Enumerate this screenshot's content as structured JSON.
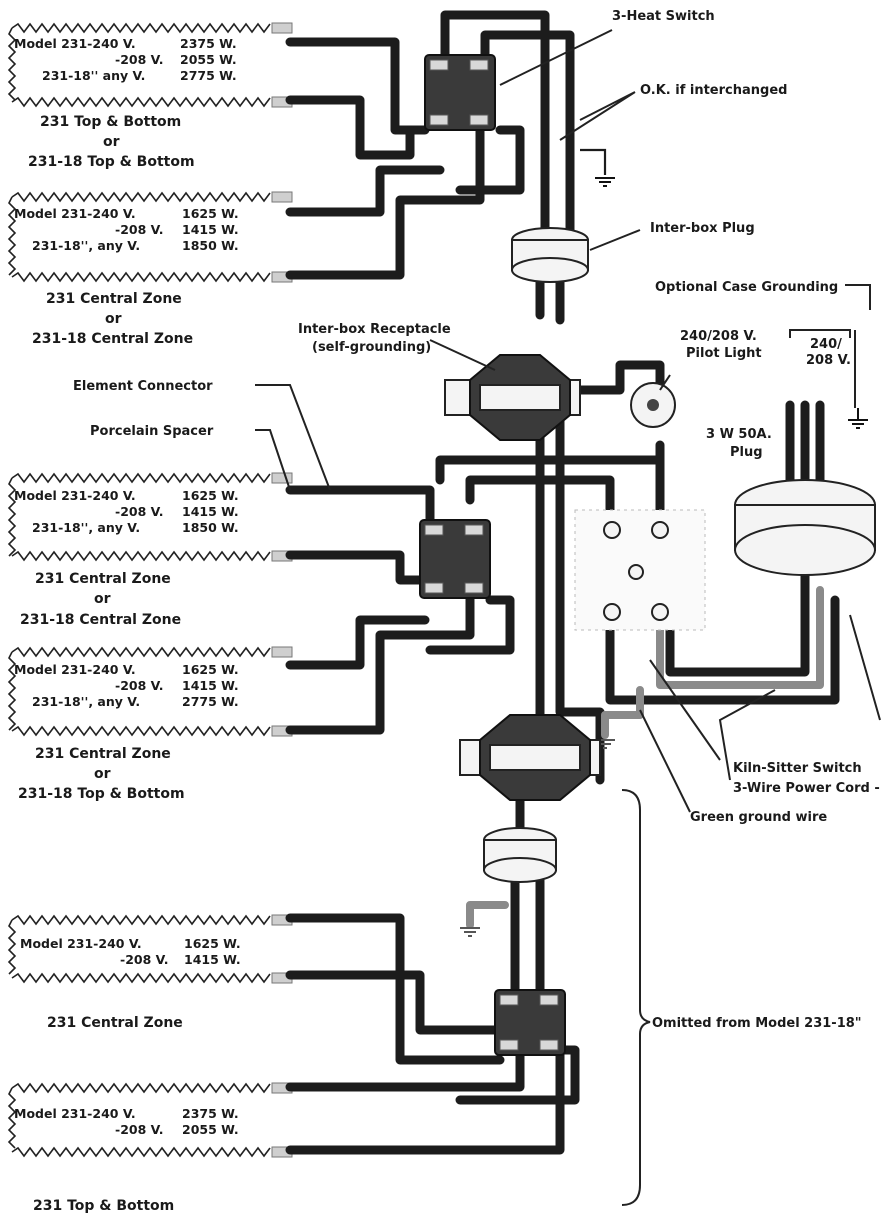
{
  "labels": {
    "heat_switch": "3-Heat Switch",
    "ok_interchanged": "O.K. if interchanged",
    "interbox_plug": "Inter-box Plug",
    "optional_grounding": "Optional Case Grounding",
    "interbox_receptacle_1": "Inter-box Receptacle",
    "interbox_receptacle_2": "(self-grounding)",
    "pilot_light_1": "240/208 V.",
    "pilot_light_2": "Pilot Light",
    "voltage_1": "240/",
    "voltage_2": "208 V.",
    "power_plug_1": "3 W 50A.",
    "power_plug_2": "Plug",
    "element_connector": "Element Connector",
    "porcelain_spacer": "Porcelain Spacer",
    "kiln_sitter": "Kiln-Sitter Switch",
    "power_cord": "3-Wire Power Cord -",
    "ground_wire": "Green ground wire",
    "omitted": "Omitted from Model 231-18\""
  },
  "elements": [
    {
      "spec": [
        [
          "Model 231-240 V.",
          "2375 W."
        ],
        [
          "-208 V.",
          "2055 W."
        ],
        [
          "231-18'' any V.",
          "2775 W."
        ]
      ],
      "zone": [
        "231 Top & Bottom",
        "or",
        "231-18 Top & Bottom"
      ]
    },
    {
      "spec": [
        [
          "Model 231-240 V.",
          "1625 W."
        ],
        [
          "-208 V.",
          "1415 W."
        ],
        [
          "231-18'', any V.",
          "1850 W."
        ]
      ],
      "zone": [
        "231 Central Zone",
        "or",
        "231-18 Central Zone"
      ]
    },
    {
      "spec": [
        [
          "Model 231-240 V.",
          "1625 W."
        ],
        [
          "-208 V.",
          "1415 W."
        ],
        [
          "231-18'', any V.",
          "1850 W."
        ]
      ],
      "zone": [
        "231 Central Zone",
        "or",
        "231-18 Central Zone"
      ]
    },
    {
      "spec": [
        [
          "Model 231-240 V.",
          "1625 W."
        ],
        [
          "-208 V.",
          "1415 W."
        ],
        [
          "231-18'', any V.",
          "2775 W."
        ]
      ],
      "zone": [
        "231 Central Zone",
        "or",
        "231-18 Top & Bottom"
      ]
    },
    {
      "spec": [
        [
          "Model 231-240 V.",
          "1625 W."
        ],
        [
          "-208 V.",
          "1415 W."
        ]
      ],
      "zone": [
        "231 Central Zone"
      ]
    },
    {
      "spec": [
        [
          "Model 231-240 V.",
          "2375 W."
        ],
        [
          "-208 V.",
          "2055 W."
        ]
      ],
      "zone": [
        "231 Top & Bottom"
      ]
    }
  ]
}
